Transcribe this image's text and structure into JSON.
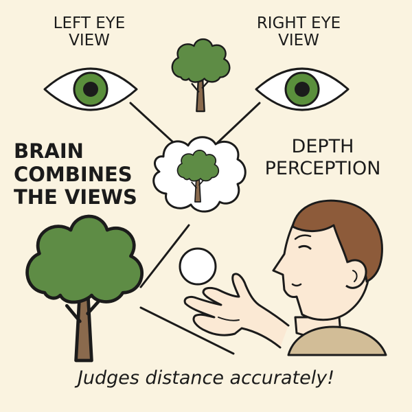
{
  "labels": {
    "left_eye": "LEFT EYE\nVIEW",
    "right_eye": "RIGHT EYE\nVIEW",
    "brain": "BRAIN\nCOMBINES\nTHE VIEWS",
    "depth": "DEPTH\nPERCEPTION"
  },
  "caption": "Judges distance accurately!",
  "colors": {
    "background": "#faf3e0",
    "outline": "#1b1b1b",
    "iris": "#5a8f3c",
    "foliage": "#5e8c45",
    "trunk": "#8a6a4d",
    "skin": "#fbe9d4",
    "hair": "#8d5b3a",
    "shirt": "#d2bd97"
  }
}
